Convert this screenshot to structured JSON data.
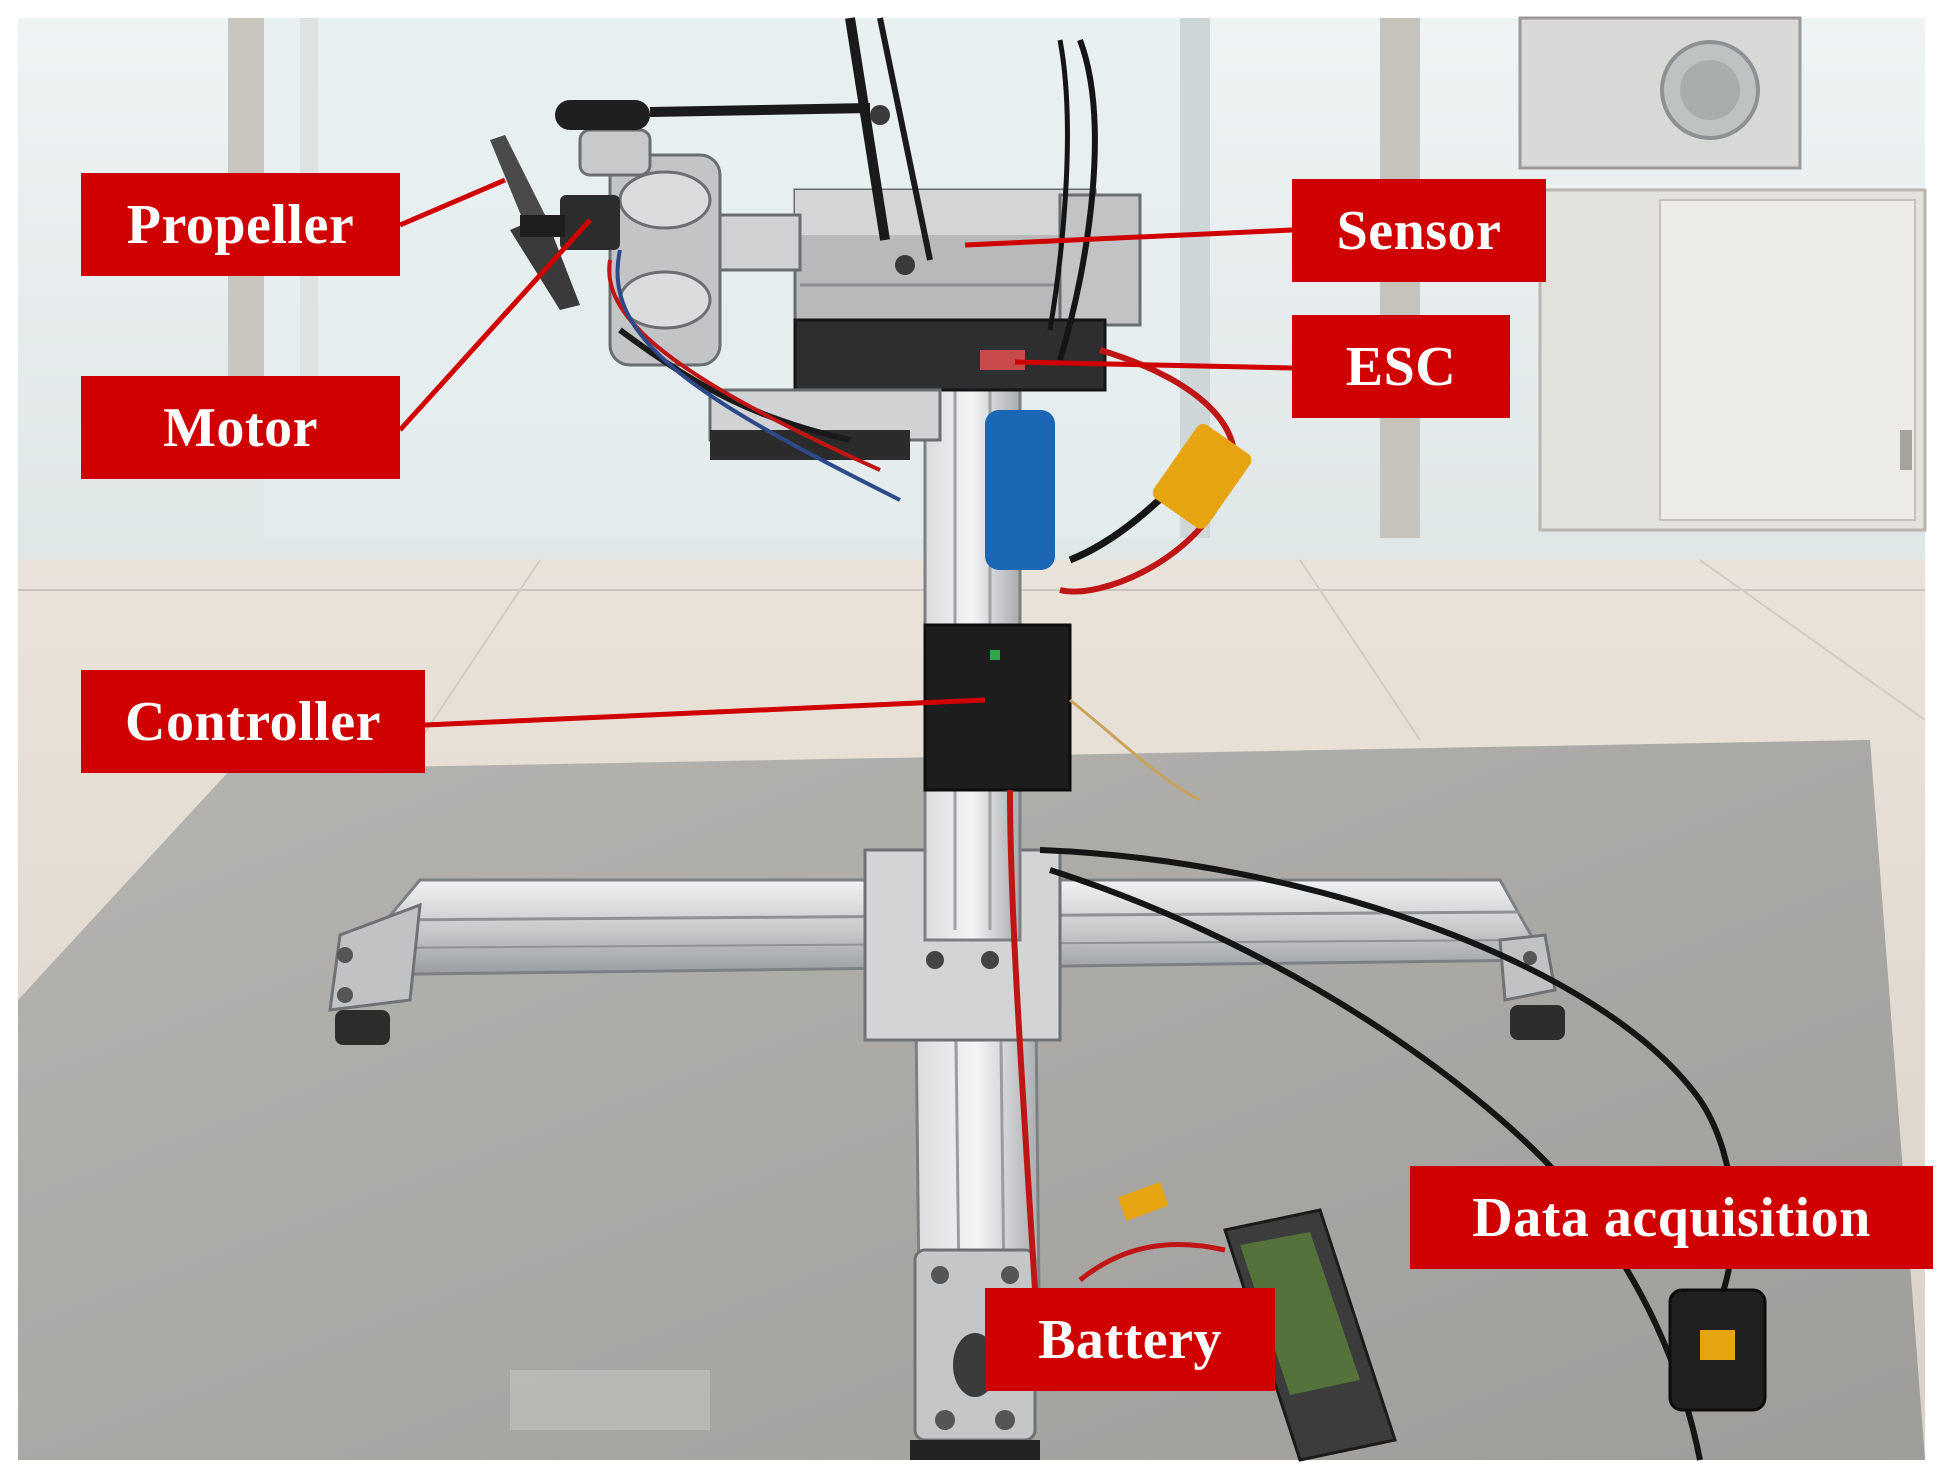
{
  "labels": {
    "propeller": "Propeller",
    "motor": "Motor",
    "controller": "Controller",
    "sensor": "Sensor",
    "esc": "ESC",
    "data_acquisition": "Data acquisition",
    "battery": "Battery"
  },
  "colors": {
    "label_background": "#d10000",
    "label_text": "#ffffff",
    "leader_line": "#d10000"
  }
}
